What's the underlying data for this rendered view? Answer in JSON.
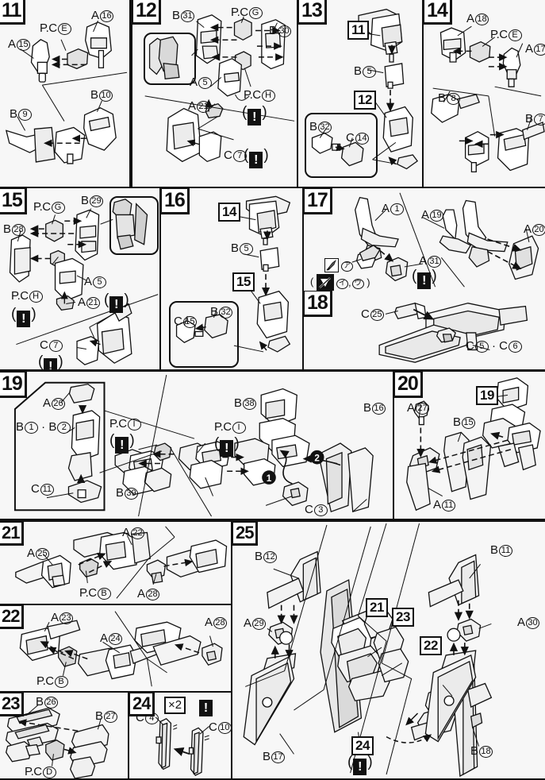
{
  "document": {
    "kind": "model-kit-assembly-instructions",
    "page_steps": [
      "11",
      "12",
      "13",
      "14",
      "15",
      "16",
      "17",
      "18",
      "19",
      "20",
      "21",
      "22",
      "23",
      "24",
      "25"
    ]
  },
  "icons": {
    "warning": "warning-exclamation-icon",
    "cut": "nipper-cut-icon",
    "no_glue": "no-glue-prohibited-icon",
    "times_two": "quantity-x2-icon"
  },
  "steps": [
    {
      "number": "11",
      "labels": [
        "A 15",
        "P.C E",
        "A 16",
        "B 9",
        "B 10"
      ],
      "parts": [
        {
          "letter": "A",
          "num": "15"
        },
        {
          "letter": "P.C",
          "num": "E"
        },
        {
          "letter": "A",
          "num": "16"
        },
        {
          "letter": "B",
          "num": "9"
        },
        {
          "letter": "B",
          "num": "10"
        }
      ]
    },
    {
      "number": "12",
      "labels": [
        "B 31",
        "P.C G",
        "B 30",
        "A 5",
        "A 21",
        "P.C H",
        "C 7"
      ],
      "parts": [
        {
          "letter": "B",
          "num": "31"
        },
        {
          "letter": "P.C",
          "num": "G"
        },
        {
          "letter": "B",
          "num": "30"
        },
        {
          "letter": "A",
          "num": "5"
        },
        {
          "letter": "A",
          "num": "21"
        },
        {
          "letter": "P.C",
          "num": "H"
        },
        {
          "letter": "C",
          "num": "7"
        }
      ],
      "warnings": 2
    },
    {
      "number": "13",
      "labels": [
        "11",
        "B 5",
        "12",
        "B 32",
        "C 14"
      ],
      "refs": [
        "11",
        "12"
      ],
      "parts": [
        {
          "letter": "B",
          "num": "5"
        },
        {
          "letter": "B",
          "num": "32"
        },
        {
          "letter": "C",
          "num": "14"
        }
      ]
    },
    {
      "number": "14",
      "labels": [
        "A 18",
        "P.C E",
        "A 17",
        "B 8",
        "B 7"
      ],
      "parts": [
        {
          "letter": "A",
          "num": "18"
        },
        {
          "letter": "P.C",
          "num": "E"
        },
        {
          "letter": "A",
          "num": "17"
        },
        {
          "letter": "B",
          "num": "8"
        },
        {
          "letter": "B",
          "num": "7"
        }
      ]
    },
    {
      "number": "15",
      "labels": [
        "P.C G",
        "B 29",
        "B 28",
        "A 5",
        "P.C H",
        "A 21",
        "C 7"
      ],
      "parts": [
        {
          "letter": "P.C",
          "num": "G"
        },
        {
          "letter": "B",
          "num": "29"
        },
        {
          "letter": "B",
          "num": "28"
        },
        {
          "letter": "A",
          "num": "5"
        },
        {
          "letter": "P.C",
          "num": "H"
        },
        {
          "letter": "A",
          "num": "21"
        },
        {
          "letter": "C",
          "num": "7"
        }
      ],
      "warnings": 3
    },
    {
      "number": "16",
      "labels": [
        "14",
        "B 5",
        "15",
        "C 15",
        "B 32"
      ],
      "refs": [
        "14",
        "15"
      ],
      "parts": [
        {
          "letter": "B",
          "num": "5"
        },
        {
          "letter": "C",
          "num": "15"
        },
        {
          "letter": "B",
          "num": "32"
        }
      ]
    },
    {
      "number": "17",
      "labels": [
        "A 1",
        "A 19",
        "A 20",
        "A 31"
      ],
      "parts": [
        {
          "letter": "A",
          "num": "1"
        },
        {
          "letter": "A",
          "num": "19"
        },
        {
          "letter": "A",
          "num": "20"
        },
        {
          "letter": "A",
          "num": "31"
        }
      ],
      "pictograms": [
        "ア",
        "イ",
        "ウ"
      ],
      "warnings": 1
    },
    {
      "number": "18",
      "labels": [
        "C 25",
        "C 5 ・ C 6"
      ],
      "parts": [
        {
          "letter": "C",
          "num": "25"
        },
        {
          "letter": "C",
          "num": "5"
        },
        {
          "letter": "C",
          "num": "6"
        }
      ]
    },
    {
      "number": "19",
      "labels": [
        "A 26",
        "B 1 ・ B 2",
        "C 11",
        "P.C I",
        "B 39",
        "B 38",
        "B 16",
        "C 3"
      ],
      "parts": [
        {
          "letter": "A",
          "num": "26"
        },
        {
          "letter": "B",
          "num": "1"
        },
        {
          "letter": "B",
          "num": "2"
        },
        {
          "letter": "C",
          "num": "11"
        },
        {
          "letter": "P.C",
          "num": "I"
        },
        {
          "letter": "B",
          "num": "39"
        },
        {
          "letter": "B",
          "num": "38"
        },
        {
          "letter": "B",
          "num": "16"
        },
        {
          "letter": "C",
          "num": "3"
        }
      ],
      "sequence": [
        "1",
        "2"
      ],
      "warnings": 2
    },
    {
      "number": "20",
      "labels": [
        "A 27",
        "B 15",
        "19",
        "A 11"
      ],
      "refs": [
        "19"
      ],
      "parts": [
        {
          "letter": "A",
          "num": "27"
        },
        {
          "letter": "B",
          "num": "15"
        },
        {
          "letter": "A",
          "num": "11"
        }
      ]
    },
    {
      "number": "21",
      "labels": [
        "A 25",
        "A 22",
        "P.C B",
        "A 28"
      ],
      "parts": [
        {
          "letter": "A",
          "num": "25"
        },
        {
          "letter": "A",
          "num": "22"
        },
        {
          "letter": "P.C",
          "num": "B"
        },
        {
          "letter": "A",
          "num": "28"
        }
      ]
    },
    {
      "number": "22",
      "labels": [
        "A 23",
        "A 24",
        "A 28",
        "P.C B"
      ],
      "parts": [
        {
          "letter": "A",
          "num": "23"
        },
        {
          "letter": "A",
          "num": "24"
        },
        {
          "letter": "A",
          "num": "28"
        },
        {
          "letter": "P.C",
          "num": "B"
        }
      ]
    },
    {
      "number": "23",
      "labels": [
        "B 26",
        "B 27",
        "P.C D"
      ],
      "parts": [
        {
          "letter": "B",
          "num": "26"
        },
        {
          "letter": "B",
          "num": "27"
        },
        {
          "letter": "P.C",
          "num": "D"
        }
      ]
    },
    {
      "number": "24",
      "labels": [
        "C 4",
        "C 10"
      ],
      "quantity": "×2",
      "parts": [
        {
          "letter": "C",
          "num": "4"
        },
        {
          "letter": "C",
          "num": "10"
        }
      ],
      "warnings": 1
    },
    {
      "number": "25",
      "labels": [
        "B 12",
        "A 29",
        "B 17",
        "21",
        "23",
        "22",
        "24",
        "B 11",
        "A 30",
        "B 18"
      ],
      "refs": [
        "21",
        "23",
        "22",
        "24"
      ],
      "parts": [
        {
          "letter": "B",
          "num": "12"
        },
        {
          "letter": "A",
          "num": "29"
        },
        {
          "letter": "B",
          "num": "17"
        },
        {
          "letter": "B",
          "num": "11"
        },
        {
          "letter": "A",
          "num": "30"
        },
        {
          "letter": "B",
          "num": "18"
        }
      ],
      "warnings": 1
    }
  ],
  "colors": {
    "ink": "#111111",
    "paper": "#f7f7f7",
    "part_fill": "#ffffff",
    "part_shade": "#d8d8d8",
    "warn_bg": "#111111"
  }
}
